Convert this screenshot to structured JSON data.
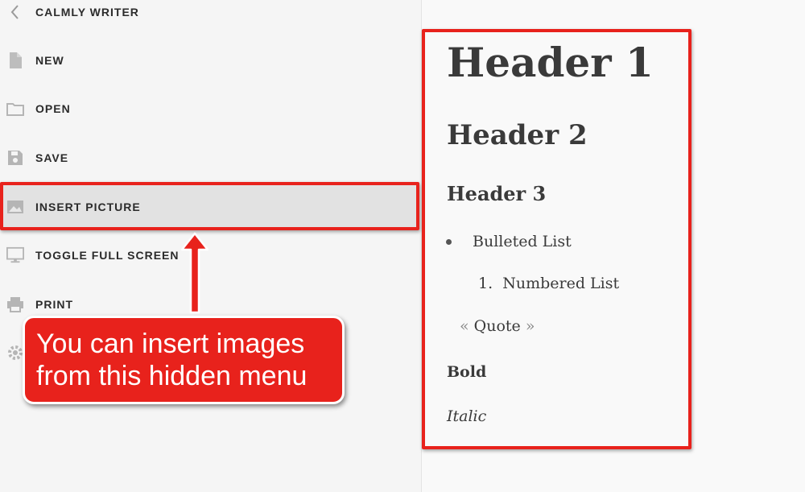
{
  "sidebar": {
    "title": "CALMLY WRITER",
    "items": [
      {
        "label": "NEW",
        "icon": "new-file-icon"
      },
      {
        "label": "OPEN",
        "icon": "folder-icon"
      },
      {
        "label": "SAVE",
        "icon": "save-icon"
      },
      {
        "label": "INSERT PICTURE",
        "icon": "picture-icon"
      },
      {
        "label": "TOGGLE FULL SCREEN",
        "icon": "monitor-icon"
      },
      {
        "label": "PRINT",
        "icon": "printer-icon"
      }
    ],
    "hidden_icon": "gear-icon"
  },
  "editor": {
    "h1": "Header 1",
    "h2": "Header 2",
    "h3": "Header 3",
    "bulleted": "Bulleted List",
    "numbered_index": "1.",
    "numbered": "Numbered List",
    "quote_open": "«",
    "quote": "Quote",
    "quote_close": "»",
    "bold": "Bold",
    "italic": "Italic"
  },
  "callout": {
    "line1": "You can insert images",
    "line2": "from this hidden menu"
  },
  "colors": {
    "annotation_red": "#e8221c",
    "text": "#3a3a3a"
  }
}
